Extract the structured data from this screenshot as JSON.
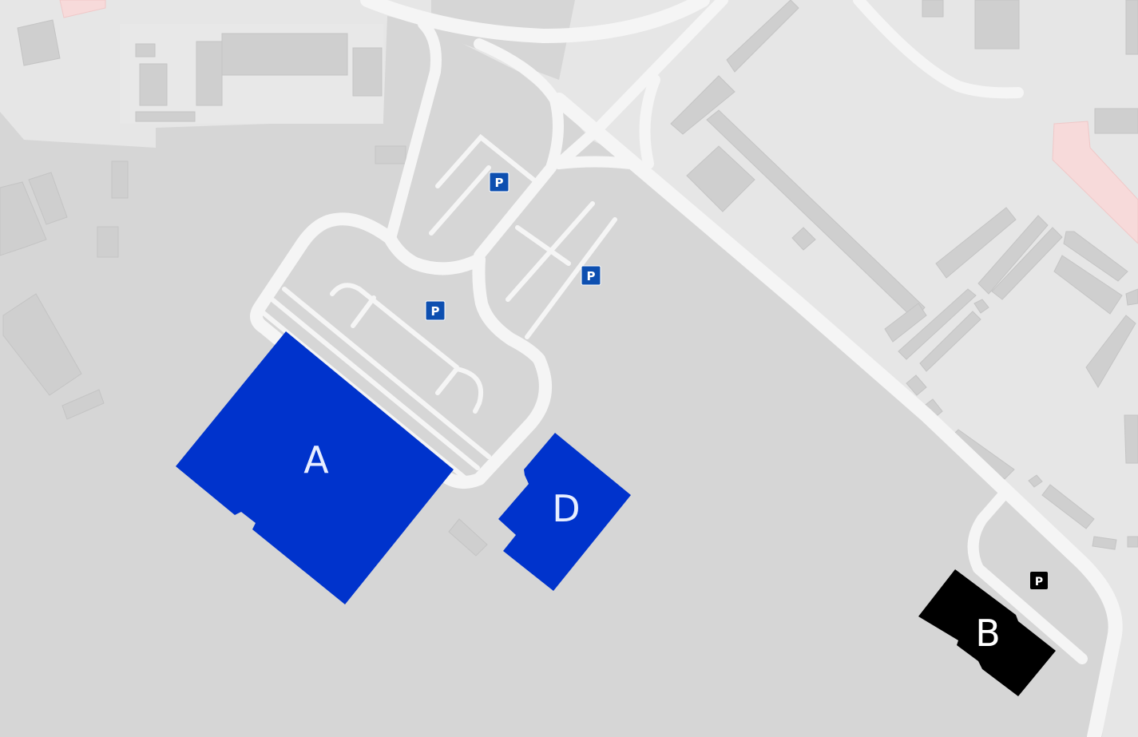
{
  "map": {
    "buildings": [
      {
        "id": "A",
        "label": "A",
        "color": "#0033cc",
        "text_color": "#e8eeff"
      },
      {
        "id": "D",
        "label": "D",
        "color": "#0033cc",
        "text_color": "#e8eeff"
      },
      {
        "id": "B",
        "label": "B",
        "color": "#000000",
        "text_color": "#ffffff"
      }
    ],
    "parking": [
      {
        "label": "P",
        "style": "blue"
      },
      {
        "label": "P",
        "style": "blue"
      },
      {
        "label": "P",
        "style": "blue"
      },
      {
        "label": "P",
        "style": "black"
      }
    ],
    "colors": {
      "background": "#e6e6e6",
      "campus_area": "#d6d6d6",
      "road": "#f5f5f5",
      "minor_building": "#cfcfcf",
      "highlight_building": "#f7dada",
      "parking_blue": "#0d4fb0",
      "parking_black": "#000000"
    }
  }
}
